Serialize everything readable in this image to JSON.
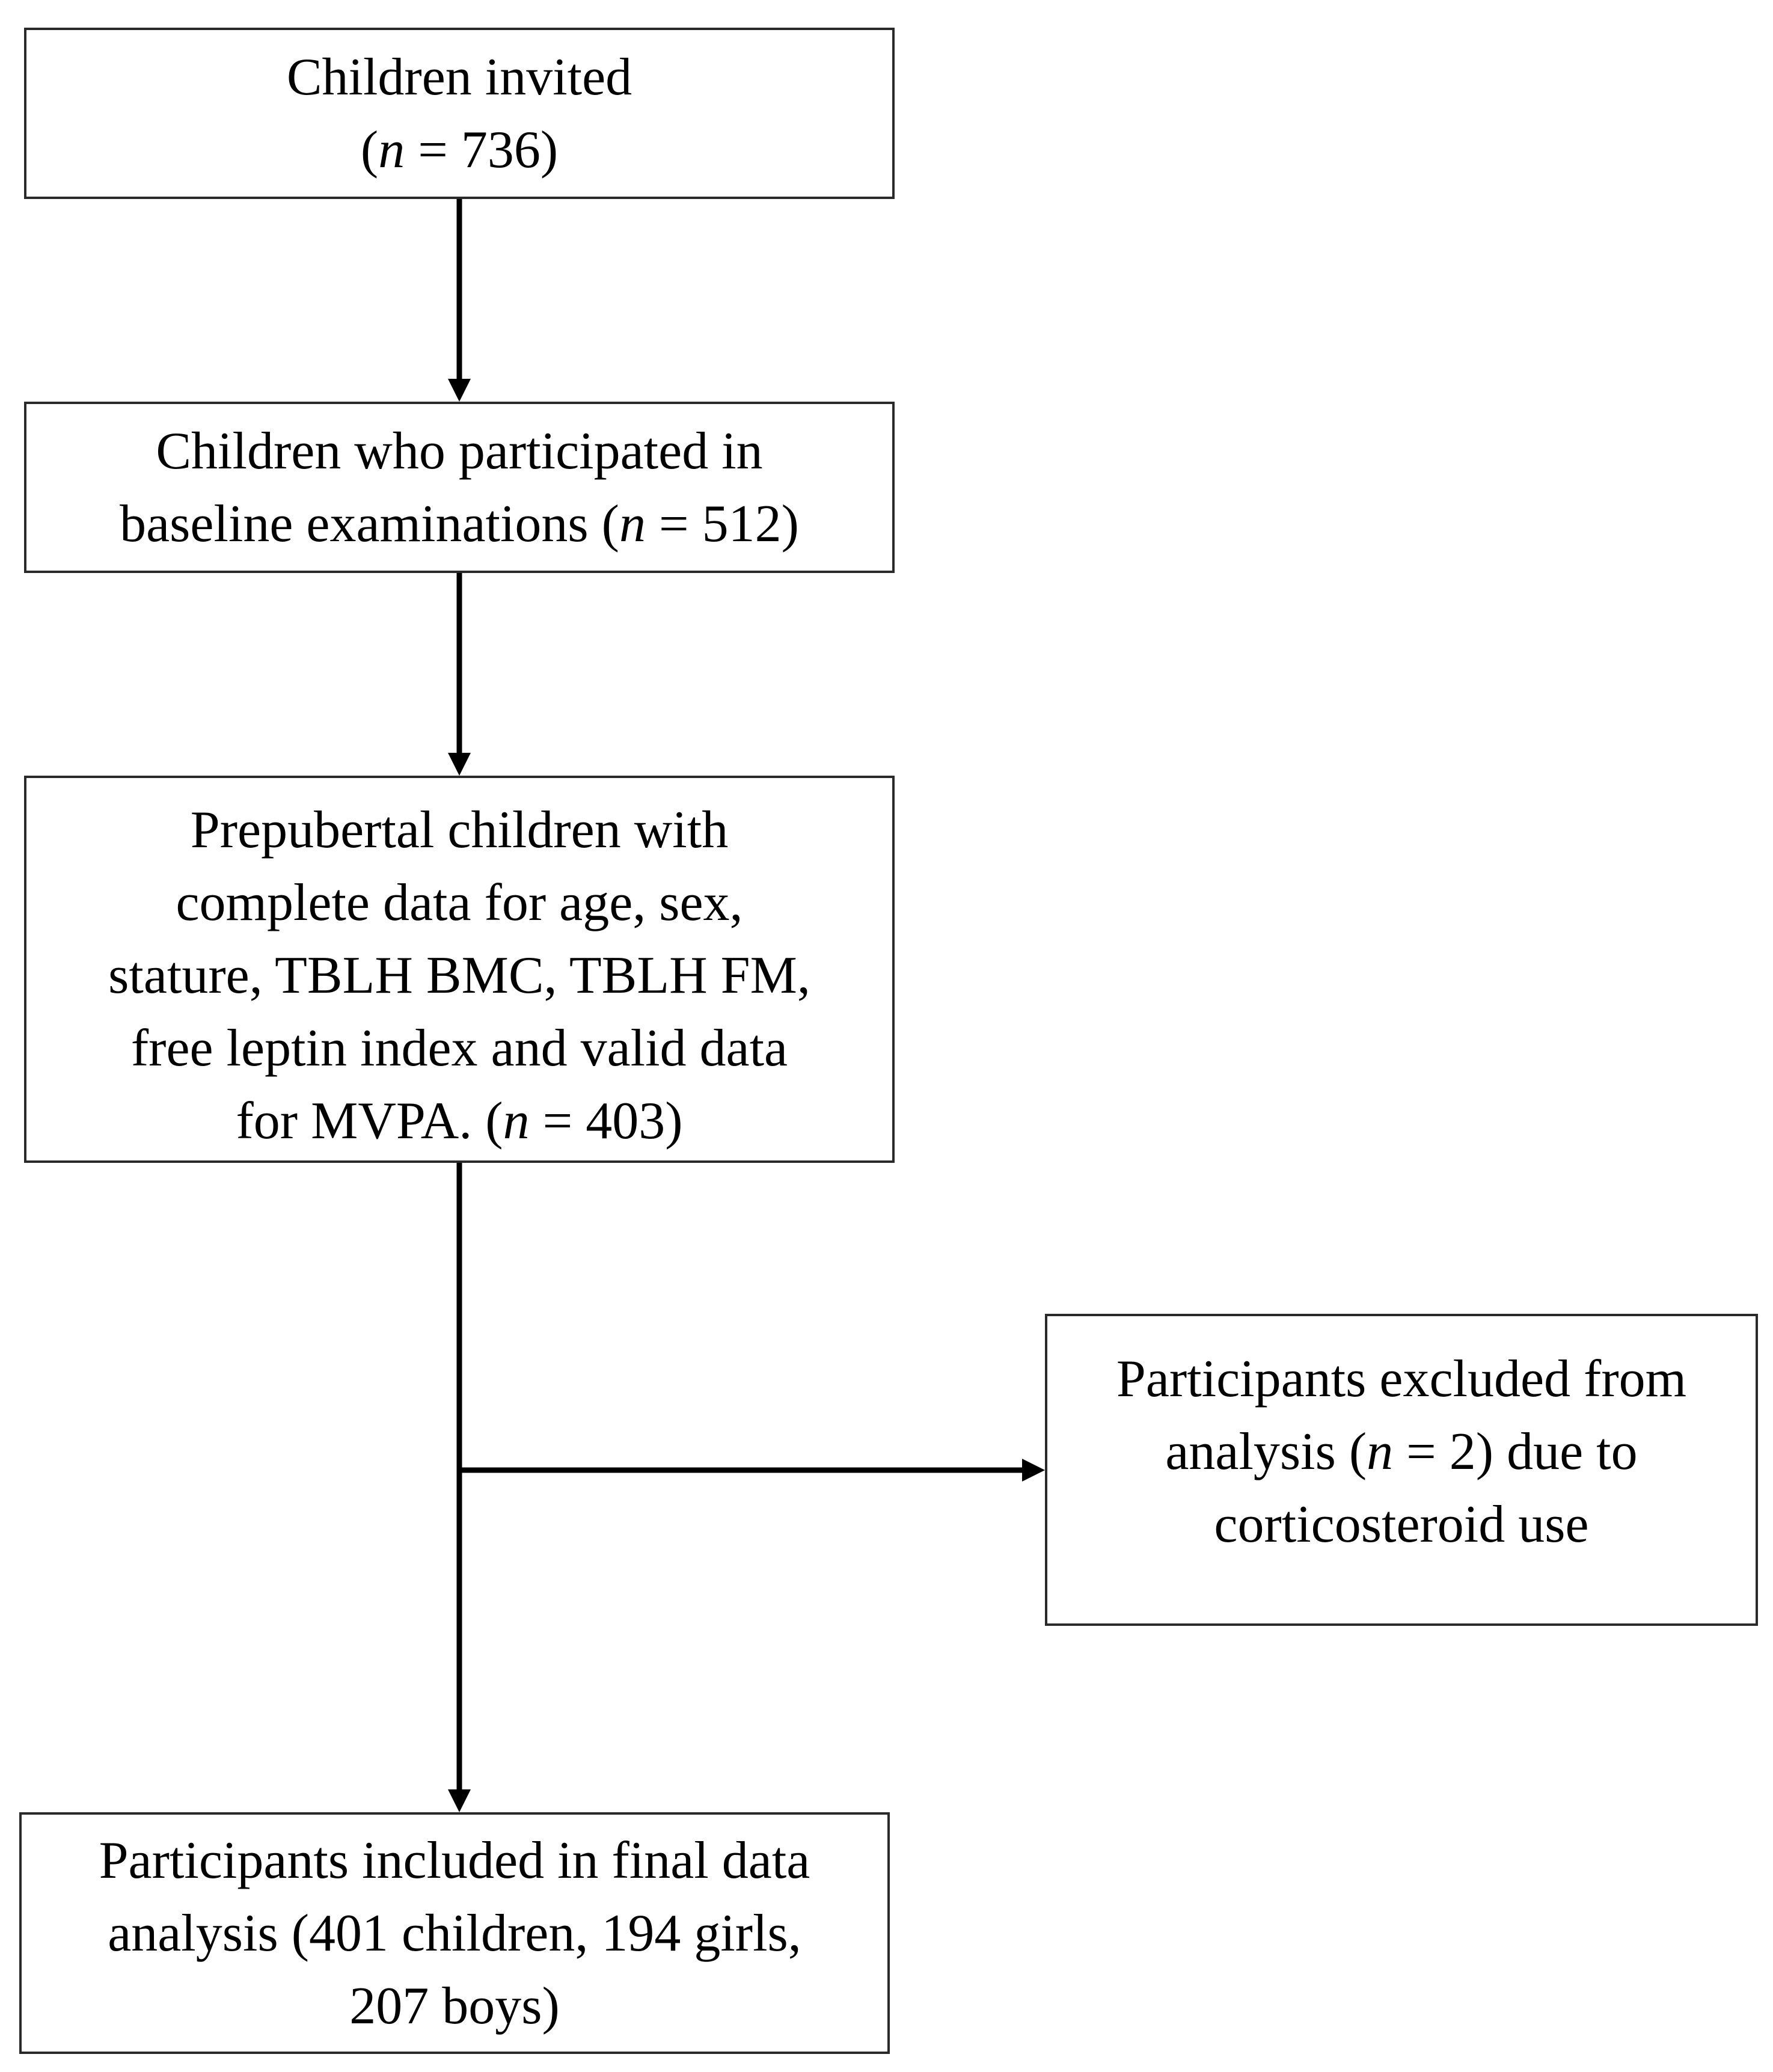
{
  "flowchart": {
    "boxes": [
      {
        "id": "invited",
        "lines": [
          {
            "pre": "Children invited",
            "n": "",
            "post": ""
          },
          {
            "pre": "(",
            "n": "n",
            "post": " = 736)"
          }
        ]
      },
      {
        "id": "baseline",
        "lines": [
          {
            "pre": "Children who participated in",
            "n": "",
            "post": ""
          },
          {
            "pre": "baseline examinations (",
            "n": "n",
            "post": " = 512)"
          }
        ]
      },
      {
        "id": "prepubertal",
        "lines": [
          {
            "pre": "Prepubertal children with",
            "n": "",
            "post": ""
          },
          {
            "pre": "complete data for age, sex,",
            "n": "",
            "post": ""
          },
          {
            "pre": "stature, TBLH BMC, TBLH FM,",
            "n": "",
            "post": ""
          },
          {
            "pre": "free leptin index and valid data",
            "n": "",
            "post": ""
          },
          {
            "pre": "for MVPA. (",
            "n": "n",
            "post": " = 403)"
          }
        ]
      },
      {
        "id": "excluded",
        "lines": [
          {
            "pre": "Participants excluded from",
            "n": "",
            "post": ""
          },
          {
            "pre": "analysis (",
            "n": "n",
            "post": " = 2) due to"
          },
          {
            "pre": "corticosteroid use",
            "n": "",
            "post": ""
          }
        ]
      },
      {
        "id": "final",
        "lines": [
          {
            "pre": "Participants included in final data",
            "n": "",
            "post": ""
          },
          {
            "pre": "analysis (401 children, 194 girls,",
            "n": "",
            "post": ""
          },
          {
            "pre": "207 boys)",
            "n": "",
            "post": ""
          }
        ]
      }
    ],
    "connectors": [
      {
        "from": "invited",
        "to": "baseline",
        "direction": "down"
      },
      {
        "from": "baseline",
        "to": "prepubertal",
        "direction": "down"
      },
      {
        "from": "prepubertal",
        "to": "final",
        "direction": "down"
      },
      {
        "from": "prepubertal",
        "to": "excluded",
        "direction": "right"
      }
    ]
  }
}
